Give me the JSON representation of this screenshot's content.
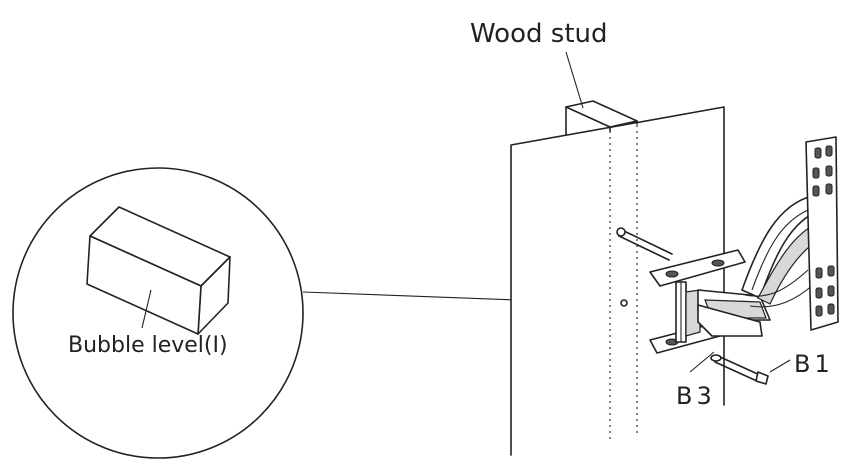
{
  "labels": {
    "wood_stud": "Wood stud",
    "bubble_level": "Bubble level(I)",
    "b1": "B1",
    "b3": "B3"
  }
}
